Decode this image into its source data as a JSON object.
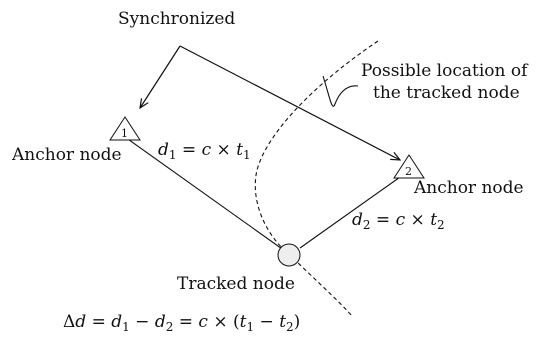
{
  "labels": {
    "synchronized": "Synchronized",
    "possible_location_line1": "Possible location of",
    "possible_location_line2": "the tracked node",
    "anchor_node_1": "Anchor node",
    "anchor_node_2": "Anchor node",
    "tracked_node": "Tracked node"
  },
  "anchors": [
    {
      "number": "1"
    },
    {
      "number": "2"
    }
  ],
  "equations": {
    "d1": {
      "lhs": "d",
      "lhs_sub": "1",
      "rhs_c": "c",
      "rhs_t": "t",
      "rhs_t_sub": "1"
    },
    "d2": {
      "lhs": "d",
      "lhs_sub": "2",
      "rhs_c": "c",
      "rhs_t": "t",
      "rhs_t_sub": "2"
    },
    "delta": {
      "delta": "Δ",
      "d": "d",
      "d1": "d",
      "d1_sub": "1",
      "d2": "d",
      "d2_sub": "2",
      "c": "c",
      "t1": "t",
      "t1_sub": "1",
      "t2": "t",
      "t2_sub": "2"
    }
  }
}
